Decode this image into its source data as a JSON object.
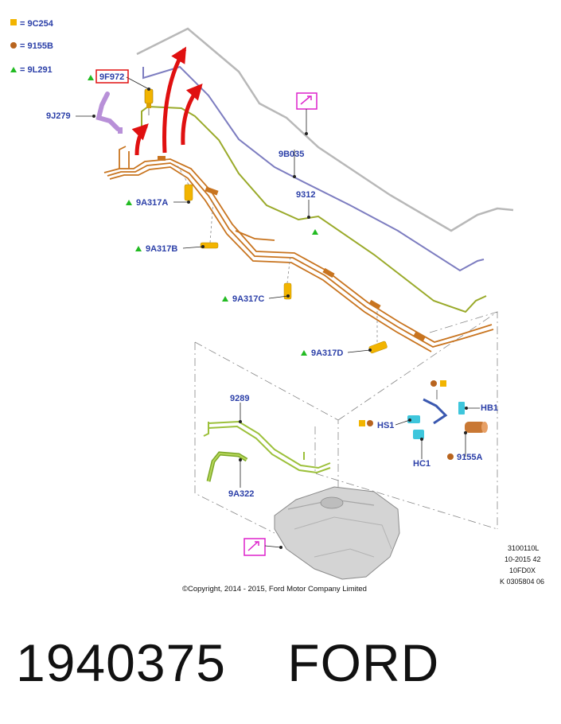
{
  "legend": [
    {
      "symbol": "square",
      "color": "#f2b400",
      "label": "9C254"
    },
    {
      "symbol": "circle",
      "color": "#b8641e",
      "label": "9155B"
    },
    {
      "symbol": "triangle",
      "color": "#22bb22",
      "label": "9L291"
    }
  ],
  "labels": {
    "p9F972": "9F972",
    "p9J279": "9J279",
    "p9B035": "9B035",
    "p9312": "9312",
    "p9A317A": "9A317A",
    "p9A317B": "9A317B",
    "p9A317C": "9A317C",
    "p9A317D": "9A317D",
    "p9289": "9289",
    "p9A322": "9A322",
    "pHB1": "HB1",
    "pHS1": "HS1",
    "pHC1": "HC1",
    "p9155A": "9155A"
  },
  "drawing_ref": [
    "3100110L",
    "10-2015 42",
    "10FD0X",
    "K 0305804 06"
  ],
  "copyright": "©Copyright, 2014 - 2015, Ford Motor Company Limited",
  "colors": {
    "label_blue": "#2b3fa8",
    "pipe_orange": "#c8741f",
    "line_grey": "#b8b8b8",
    "line_violet": "#7d7dc0",
    "line_olive": "#9aaa2a",
    "arrow_red": "#e01010",
    "highlight_red": "#e01010",
    "note_magenta": "#dd22cc",
    "clip_yellow": "#f2b400",
    "hose_purple": "#b890d8",
    "tube_green": "#9cc03a",
    "fitting_cyan": "#3ec6dc",
    "tank_grey": "#d4d4d4"
  },
  "footer": {
    "part_number": "1940375",
    "brand": "FORD"
  }
}
